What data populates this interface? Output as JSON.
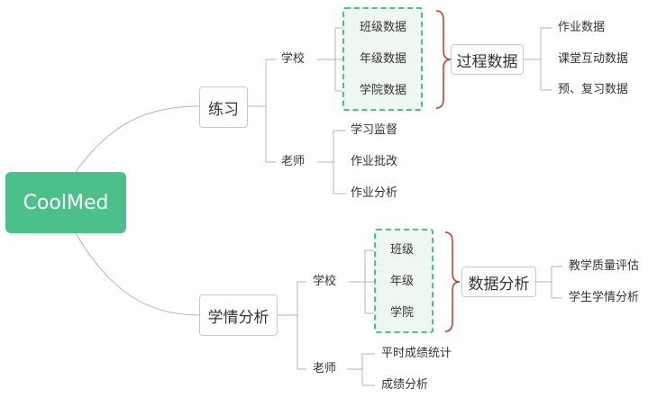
{
  "root": {
    "label": "CoolMed"
  },
  "branch_practice": {
    "label": "练习",
    "school": {
      "label": "学校",
      "items": [
        "班级数据",
        "年级数据",
        "学院数据"
      ],
      "summary": "过程数据",
      "summary_items": [
        "作业数据",
        "课堂互动数据",
        "预、复习数据"
      ]
    },
    "teacher": {
      "label": "老师",
      "items": [
        "学习监督",
        "作业批改",
        "作业分析"
      ]
    }
  },
  "branch_analysis": {
    "label": "学情分析",
    "school": {
      "label": "学校",
      "items": [
        "班级",
        "年级",
        "学院"
      ],
      "summary": "数据分析",
      "summary_items": [
        "教学质量评估",
        "学生学情分析"
      ]
    },
    "teacher": {
      "label": "老师",
      "items": [
        "平时成绩统计",
        "成绩分析"
      ]
    }
  },
  "colors": {
    "root_fill": "#4cc08a",
    "group_fill": "#eef8f1",
    "group_border": "#4cc08a",
    "brace": "#c0392b",
    "connector": "#b5b5b5"
  }
}
